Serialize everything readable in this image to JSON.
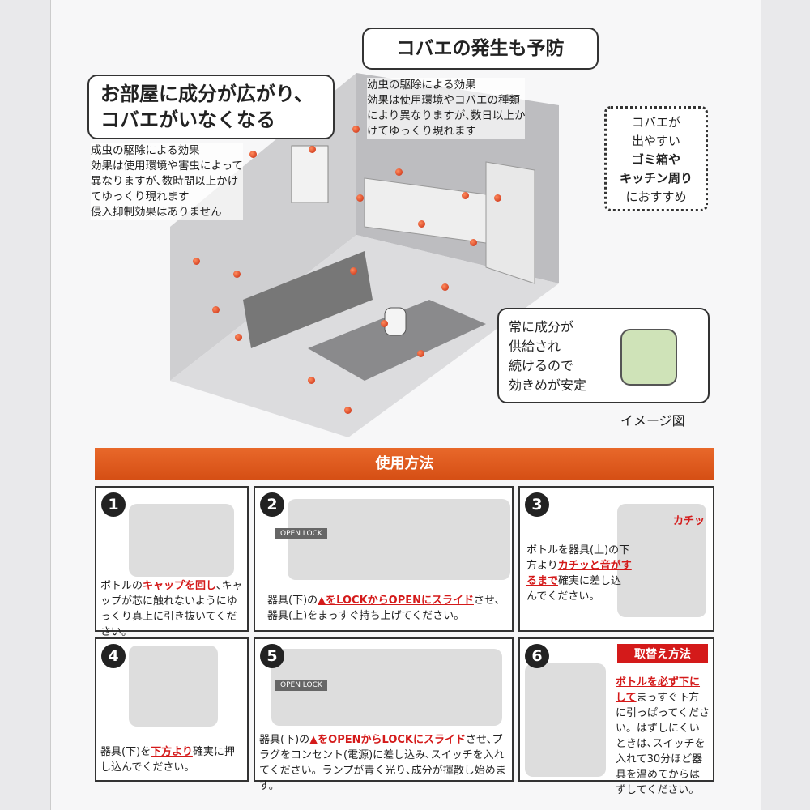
{
  "top": {
    "bubble_left": {
      "line1": "お部屋に成分が広がり、",
      "line2": "コバエがいなくなる"
    },
    "adult_note": [
      "成虫の駆除による効果",
      "効果は使用環境や害虫によって",
      "異なりますが､数時間以上かけ",
      "てゆっくり現れます",
      "侵入抑制効果はありません"
    ],
    "bubble_right": "コバエの発生も予防",
    "larva_note": [
      "幼虫の駆除による効果",
      "効果は使用環境やコバエの種類",
      "により異なりますが､数日以上か",
      "けてゆっくり現れます"
    ],
    "recommend": [
      "コバエが",
      "出やすい",
      "ゴミ箱や",
      "キッチン周り",
      "におすすめ"
    ],
    "stable": [
      "常に成分が",
      "供給され",
      "続けるので",
      "効きめが安定"
    ],
    "image_label": "イメージ図"
  },
  "usage": {
    "title": "使用方法",
    "steps": [
      {
        "num": "1",
        "text": [
          {
            "t": "ボトルの"
          },
          {
            "t": "キャップを回し",
            "red": true
          },
          {
            "t": "､キャップが芯に触れないようにゆっくり真上に引き抜いてください。"
          }
        ]
      },
      {
        "num": "2",
        "label": "OPEN LOCK",
        "text": [
          {
            "t": "器具(下)の"
          },
          {
            "t": "▲をLOCKからOPENにスライド",
            "red": true
          },
          {
            "t": "させ､器具(上)をまっすぐ持ち上げてください。"
          }
        ]
      },
      {
        "num": "3",
        "sfx": "カチッ",
        "text": [
          {
            "t": "ボトルを器具(上)の下方より"
          },
          {
            "t": "カチッと音がするまで",
            "red": true
          },
          {
            "t": "確実に差し込んでください。"
          }
        ]
      },
      {
        "num": "4",
        "text": [
          {
            "t": "器具(下)を"
          },
          {
            "t": "下方より",
            "red": true
          },
          {
            "t": "確実に押し込んでください。"
          }
        ]
      },
      {
        "num": "5",
        "label": "OPEN LOCK",
        "text": [
          {
            "t": "器具(下)の"
          },
          {
            "t": "▲をOPENからLOCKにスライド",
            "red": true
          },
          {
            "t": "させ､プラグをコンセント(電源)に差し込み､スイッチを入れてください。ランプが青く光り､成分が揮散し始めます。"
          }
        ]
      },
      {
        "num": "6",
        "badge": "取替え方法",
        "text": [
          {
            "t": "ボトルを必ず下にして",
            "red": true
          },
          {
            "t": "まっすぐ下方に引っぱってください。はずしにくいときは､スイッチを入れて30分ほど器具を温めてからはずしてください。"
          }
        ]
      }
    ]
  },
  "colors": {
    "accent": "#d54e14",
    "highlight": "#d41a1a"
  }
}
